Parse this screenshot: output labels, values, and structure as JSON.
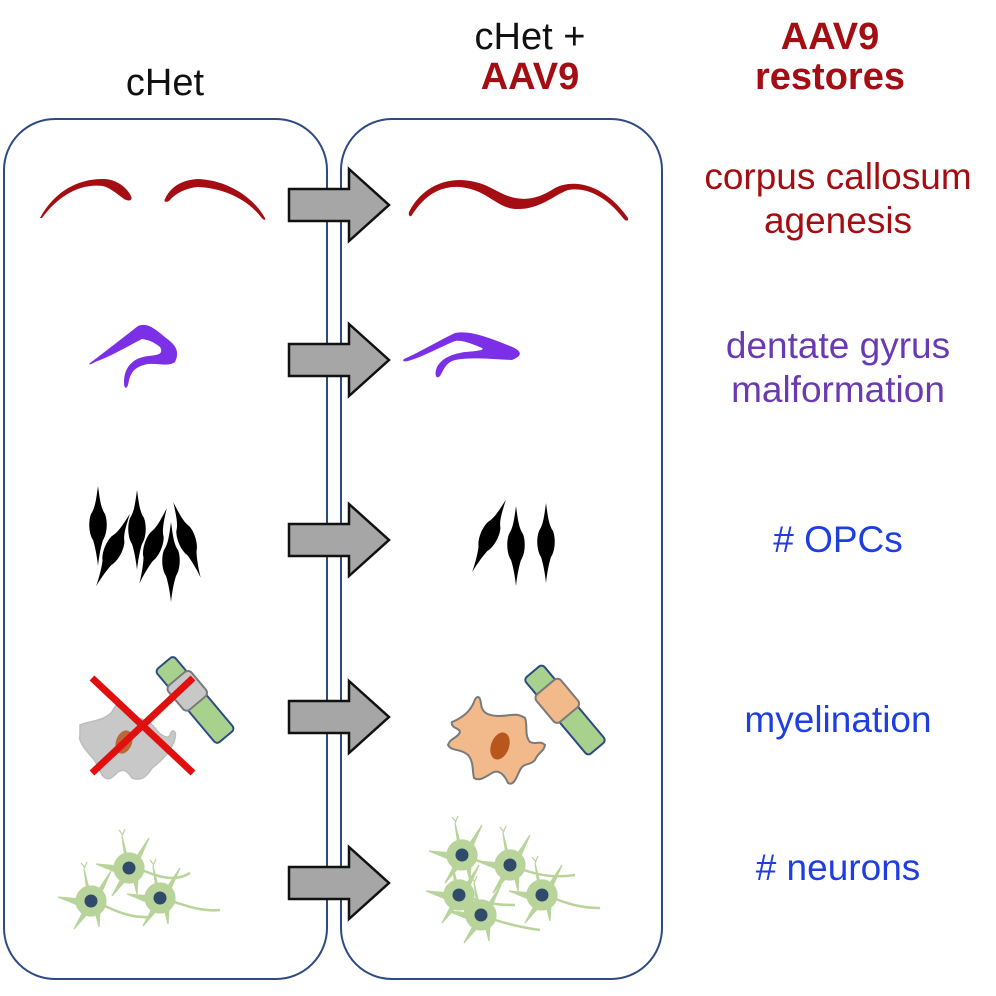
{
  "headers": {
    "left": {
      "label": "cHet"
    },
    "middle": {
      "line1": "cHet +",
      "line2": "AAV9"
    },
    "right": {
      "line1": "AAV9",
      "line2": "restores"
    }
  },
  "rows": [
    {
      "id": "corpus-callosum",
      "label_line1": "corpus callosum",
      "label_line2": "agenesis",
      "color": "#a40d12"
    },
    {
      "id": "dentate-gyrus",
      "label_line1": "dentate gyrus",
      "label_line2": "malformation",
      "color": "#6a3bb0"
    },
    {
      "id": "opcs",
      "label_line1": "# OPCs",
      "label_line2": "",
      "color": "#1f3ee0"
    },
    {
      "id": "myelination",
      "label_line1": "myelination",
      "label_line2": "",
      "color": "#1f3ee0"
    },
    {
      "id": "neurons",
      "label_line1": "# neurons",
      "label_line2": "",
      "color": "#1f3ee0"
    }
  ],
  "colors": {
    "box_border": "#2e4a83",
    "arrow_fill": "#a6a6a6",
    "callosum": "#a40d12",
    "dentate": "#7b2fe6",
    "opc_body": "#4a6fd0",
    "opc_nucleus": "#a8d46a",
    "oligo_fill": "#f2b98a",
    "oligo_nucleus": "#b8561d",
    "oligo_dead": "#c8c8c8",
    "axon": "#a9d18e",
    "cross": "#e01010",
    "neuron_body": "#b8d49a",
    "neuron_nucleus": "#2f4a6a"
  },
  "counts": {
    "opcs_chet": 6,
    "opcs_aav9": 3,
    "neurons_chet": 3,
    "neurons_aav9": 5
  },
  "icons": {
    "arrow": "right-arrow-icon",
    "cross": "x-mark-icon"
  }
}
